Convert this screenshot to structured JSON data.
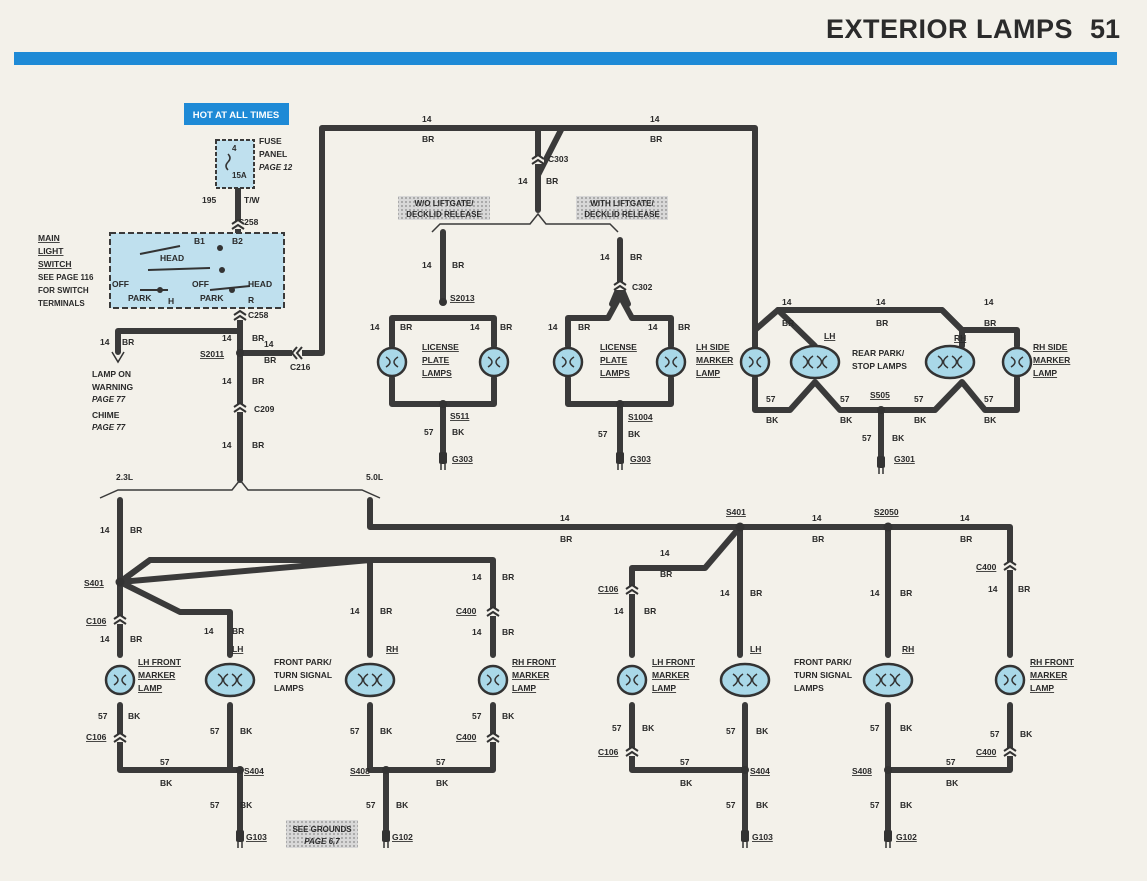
{
  "header": {
    "title": "EXTERIOR LAMPS",
    "page": "51"
  },
  "tags": {
    "hot": "HOT AT ALL TIMES",
    "wo_lift_1": "W/O LIFTGATE/",
    "wo_lift_2": "DECKLID RELEASE",
    "with_lift_1": "WITH LIFTGATE/",
    "with_lift_2": "DECKLID RELEASE",
    "grounds_1": "SEE GROUNDS",
    "grounds_2": "PAGE 6,7"
  },
  "labels": {
    "fuse1": "FUSE",
    "fuse2": "PANEL",
    "fuse3": "PAGE 12",
    "fuse_num": "4",
    "fuse_amp": "15A",
    "w195": "195",
    "wTW": "T/W",
    "c258a": "C258",
    "c258b": "C258",
    "sw1": "MAIN",
    "sw2": "LIGHT",
    "sw3": "SWITCH",
    "sw4": "SEE PAGE 116",
    "sw5": "FOR SWITCH",
    "sw6": "TERMINALS",
    "b1": "B1",
    "b2": "B2",
    "head1": "HEAD",
    "head2": "HEAD",
    "off1": "OFF",
    "off2": "OFF",
    "park1": "PARK",
    "park2": "PARK",
    "h": "H",
    "r": "R",
    "lw14": "14",
    "lwBR": "BR",
    "lamp1": "LAMP ON",
    "lamp2": "WARNING",
    "lamp3": "PAGE 77",
    "chime1": "CHIME",
    "chime2": "PAGE 77",
    "s2011": "S2011",
    "c216": "C216",
    "c209": "C209",
    "vw1n": "14",
    "vw1c": "BR",
    "vw2n": "14",
    "vw2c": "BR",
    "vw3n": "14",
    "vw3c": "BR",
    "hw14": "14",
    "hwBR": "BR",
    "topw1n": "14",
    "topw1c": "BR",
    "topw2n": "14",
    "topw2c": "BR",
    "c303": "C303",
    "c303n": "14",
    "c303c": "BR",
    "s2013": "S2013",
    "lic_n": "14",
    "lic_c": "BR",
    "lpL14": "14",
    "lpLBR": "BR",
    "lpR14": "14",
    "lpRBR": "BR",
    "lic1": "LICENSE",
    "lic2": "PLATE",
    "lic3": "LAMPS",
    "s511": "S511",
    "g57a": "57",
    "gBKa": "BK",
    "g303a": "G303",
    "c302": "C302",
    "c302n": "14",
    "c302c": "BR",
    "lpL2_14": "14",
    "lpL2_BR": "BR",
    "lpR2_14": "14",
    "lpR2_BR": "BR",
    "lic21": "LICENSE",
    "lic22": "PLATE",
    "lic23": "LAMPS",
    "s1004": "S1004",
    "g57b": "57",
    "gBKb": "BK",
    "g303b": "G303",
    "lhside1": "LH SIDE",
    "lhside2": "MARKER",
    "lhside3": "LAMP",
    "rp14a": "14",
    "rpBRa": "BR",
    "rp14b": "14",
    "rpBRb": "BR",
    "rp14c": "14",
    "rpBRc": "BR",
    "lh_rear": "LH",
    "rh_rear": "RH",
    "rear1": "REAR PARK/",
    "rear2": "STOP LAMPS",
    "rhside1": "RH SIDE",
    "rhside2": "MARKER",
    "rhside3": "LAMP",
    "rb57a": "57",
    "rbBKa": "BK",
    "rb57b": "57",
    "rbBKb": "BK",
    "rb57c": "57",
    "rbBKc": "BK",
    "rb57d": "57",
    "rbBKd": "BK",
    "s505": "S505",
    "g57c": "57",
    "gBKc": "BK",
    "g301": "G301",
    "e23": "2.3L",
    "e50": "5.0L",
    "a14": "14",
    "aBR": "BR",
    "s401a": "S401",
    "c106a": "C106",
    "c106an": "14",
    "c106ac": "BR",
    "alh_n": "14",
    "alh_c": "BR",
    "arh_n": "14",
    "arh_c": "BR",
    "ac400_n": "14",
    "ac400_c": "BR",
    "c400a": "C400",
    "c400an": "14",
    "c400ac": "BR",
    "lhfm1": "LH FRONT",
    "lhfm2": "MARKER",
    "lhfm3": "LAMP",
    "lh_a": "LH",
    "fpt1": "FRONT PARK/",
    "fpt2": "TURN SIGNAL",
    "fpt3": "LAMPS",
    "rh_a": "RH",
    "rhfm1": "RH FRONT",
    "rhfm2": "MARKER",
    "rhfm3": "LAMP",
    "ab57a": "57",
    "abBKa": "BK",
    "c106b": "C106",
    "ab57b": "57",
    "abBKb": "BK",
    "ab57c": "57",
    "abBKc": "BK",
    "ab57d": "57",
    "abBKd": "BK",
    "c400b": "C400",
    "abh57a": "57",
    "abhBKa": "BK",
    "abh57b": "57",
    "abhBKb": "BK",
    "s404a": "S404",
    "s408a": "S408",
    "ag57a": "57",
    "agBKa": "BK",
    "ag57b": "57",
    "agBKb": "BK",
    "g103a": "G103",
    "g102a": "G102",
    "bt14a": "14",
    "btBRa": "BR",
    "bt14b": "14",
    "btBRb": "BR",
    "bt14c": "14",
    "btBRc": "BR",
    "s401b": "S401",
    "s2050": "S2050",
    "bd14": "14",
    "bdBR": "BR",
    "c106c": "C106",
    "c106cn": "14",
    "c106cc": "BR",
    "blh_n": "14",
    "blh_c": "BR",
    "brh_n": "14",
    "brh_c": "BR",
    "c400c": "C400",
    "c400cn": "14",
    "c400cc": "BR",
    "blhfm1": "LH FRONT",
    "blhfm2": "MARKER",
    "blhfm3": "LAMP",
    "lh_b": "LH",
    "bfpt1": "FRONT PARK/",
    "bfpt2": "TURN SIGNAL",
    "bfpt3": "LAMPS",
    "rh_b": "RH",
    "brhfm1": "RH FRONT",
    "brhfm2": "MARKER",
    "brhfm3": "LAMP",
    "bb57a": "57",
    "bbBKa": "BK",
    "c106d": "C106",
    "bb57b": "57",
    "bbBKb": "BK",
    "bb57c": "57",
    "bbBKc": "BK",
    "bb57d": "57",
    "bbBKd": "BK",
    "c400d": "C400",
    "bbh57a": "57",
    "bbhBKa": "BK",
    "bbh57b": "57",
    "bbhBKb": "BK",
    "s404b": "S404",
    "s408b": "S408",
    "bg57a": "57",
    "bgBKa": "BK",
    "bg57b": "57",
    "bgBKb": "BK",
    "g103b": "G103",
    "g102b": "G102"
  },
  "colors": {
    "wire": "#3a3a3a",
    "accent_bar": "#1e8ad6",
    "lamp_fill": "#a9d8e8",
    "tag_blue": "#1e8ad6",
    "switch_fill": "#bfe0ee"
  }
}
